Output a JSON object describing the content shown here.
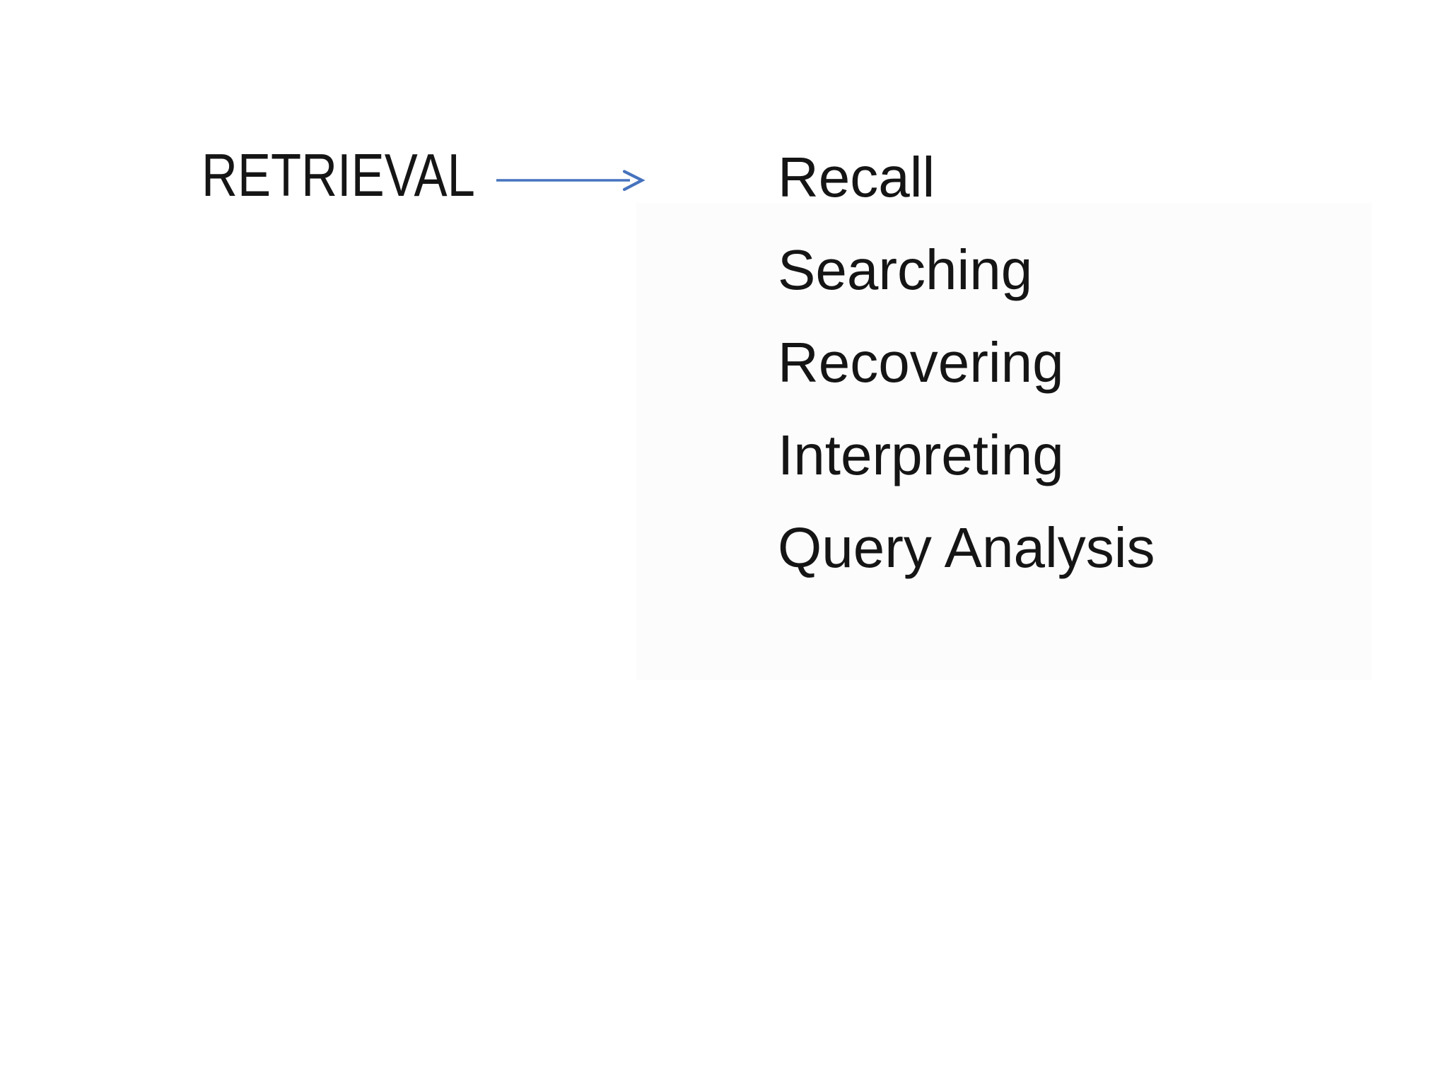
{
  "slide": {
    "heading": "RETRIEVAL",
    "arrow": {
      "name": "right-arrow",
      "color": "#4673bd"
    },
    "items": [
      "Recall",
      "Searching",
      "Recovering",
      "Interpreting",
      "Query Analysis"
    ],
    "colors": {
      "background": "#ffffff",
      "text": "#151515",
      "accent": "#4673bd"
    }
  }
}
